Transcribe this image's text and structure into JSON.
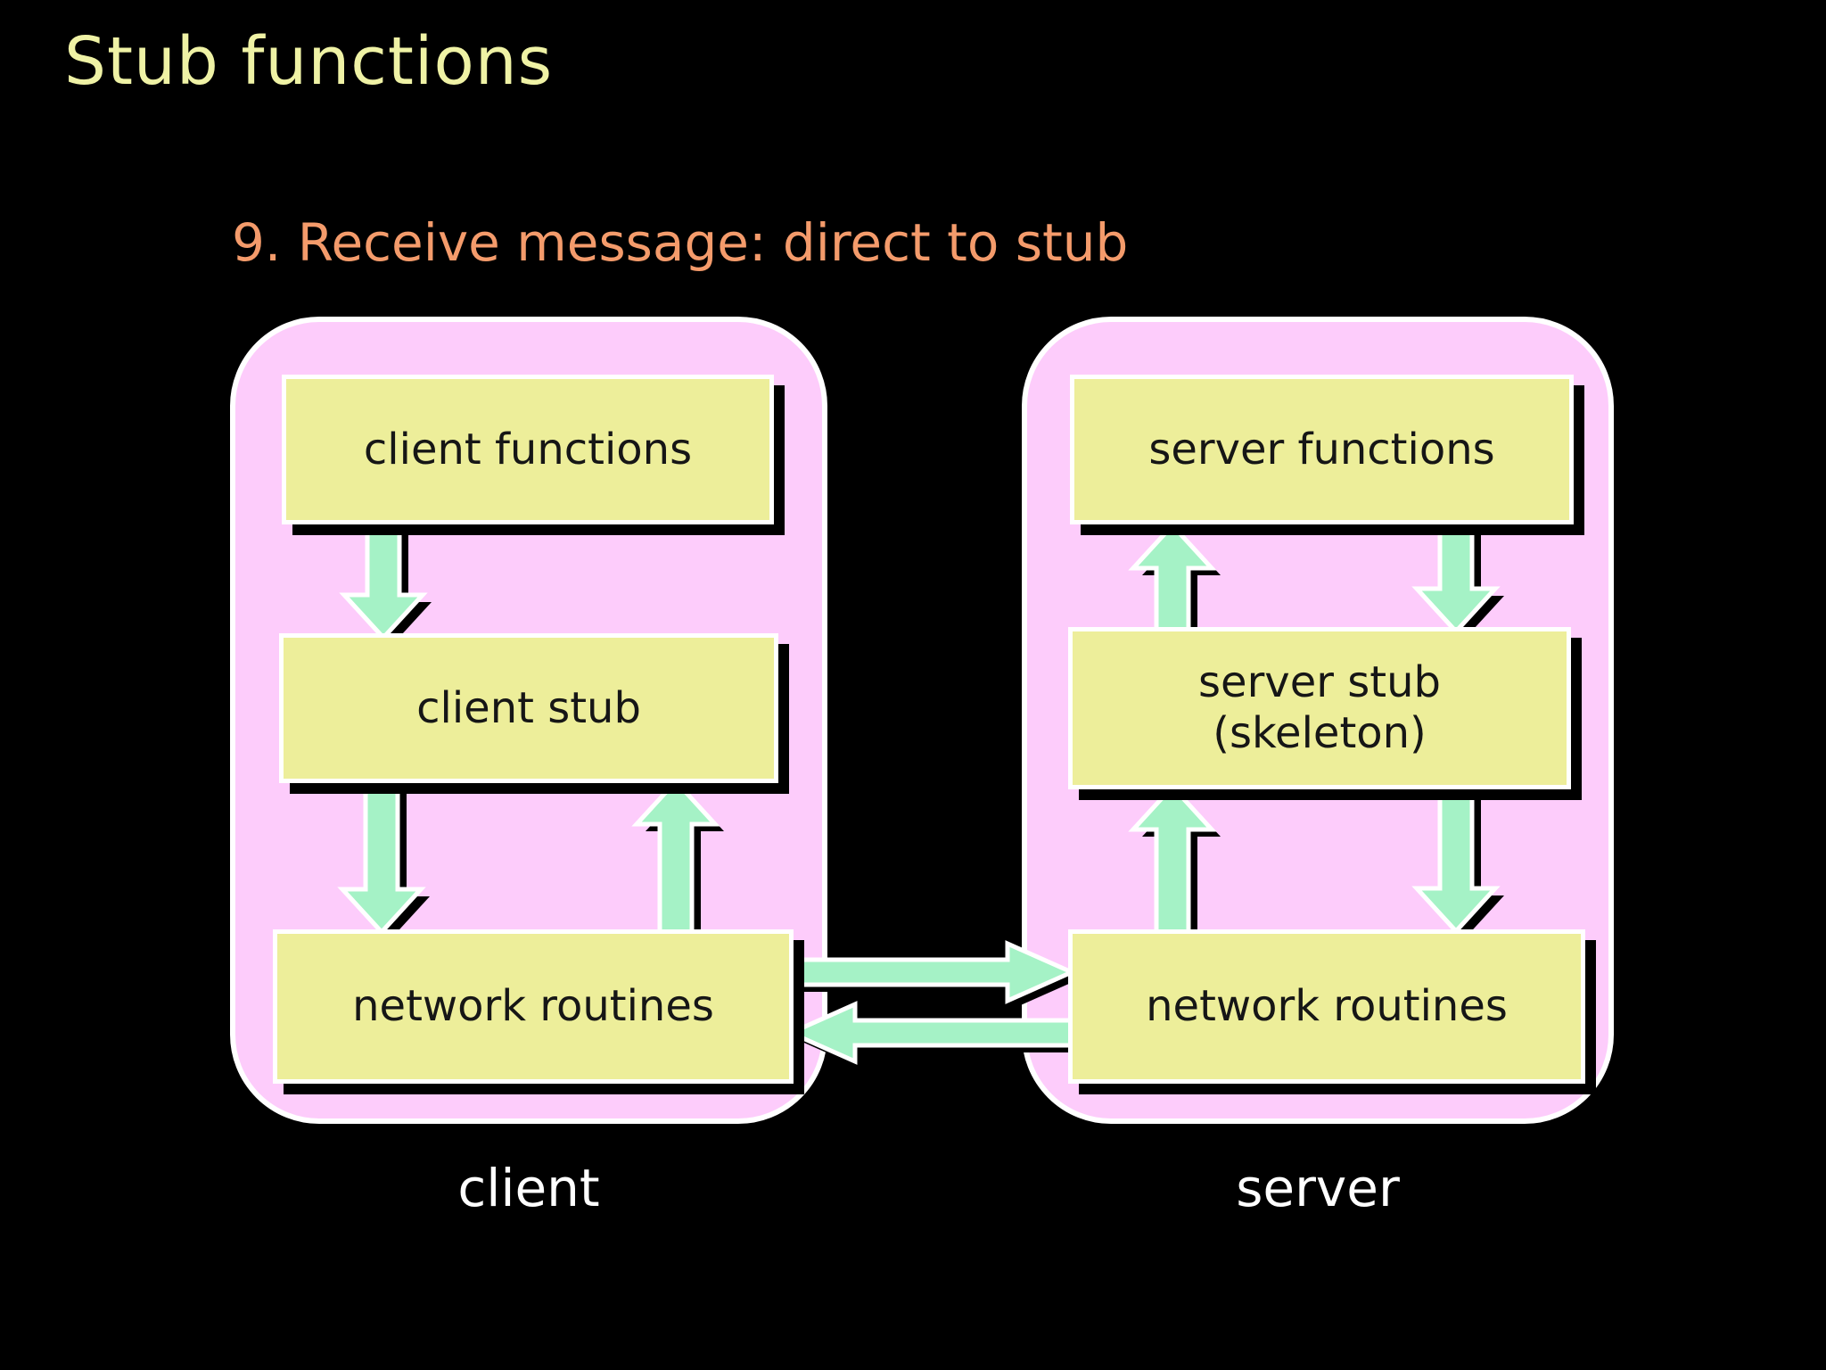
{
  "slide": {
    "title": "Stub functions",
    "step_caption": "9. Receive message: direct to stub",
    "client_panel": {
      "label": "client",
      "boxes": [
        {
          "lines": [
            "client functions"
          ]
        },
        {
          "lines": [
            "client stub"
          ]
        },
        {
          "lines": [
            "network routines"
          ]
        }
      ]
    },
    "server_panel": {
      "label": "server",
      "boxes": [
        {
          "lines": [
            "server functions"
          ]
        },
        {
          "lines": [
            "server stub",
            "(skeleton)"
          ]
        },
        {
          "lines": [
            "network routines"
          ]
        }
      ]
    }
  },
  "colors": {
    "background": "#000000",
    "title_text": "#eff2a5",
    "subtitle_text": "#f49b6b",
    "panel_pink": "#fdccfb",
    "box_yellow": "#edee9a",
    "arrow_green": "#a5f2c6",
    "box_text": "#161616",
    "panel_label_text": "#ffffff"
  }
}
